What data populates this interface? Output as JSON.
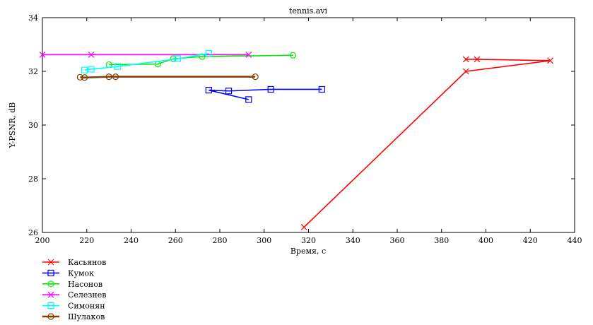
{
  "chart_data": {
    "type": "line",
    "title": "tennis.avi",
    "xlabel": "Время, с",
    "ylabel": "Y-PSNR, dB",
    "xlim": [
      200,
      440
    ],
    "ylim": [
      26,
      34
    ],
    "xticks": [
      200,
      220,
      240,
      260,
      280,
      300,
      320,
      340,
      360,
      380,
      400,
      420,
      440
    ],
    "yticks": [
      26,
      28,
      30,
      32,
      34
    ],
    "grid": false,
    "legend_position": "below-left",
    "series": [
      {
        "name": "Касьянов",
        "color": "#ff0000",
        "marker": "x",
        "points": [
          [
            318,
            26.2
          ],
          [
            391,
            32.0
          ],
          [
            429,
            32.4
          ],
          [
            396,
            32.45
          ],
          [
            391,
            32.45
          ]
        ]
      },
      {
        "name": "Кумок",
        "color": "#0000ff",
        "marker": "square",
        "points": [
          [
            293,
            30.95
          ],
          [
            275,
            31.3
          ],
          [
            284,
            31.27
          ],
          [
            303,
            31.33
          ],
          [
            326,
            31.33
          ]
        ]
      },
      {
        "name": "Насонов",
        "color": "#00ee00",
        "marker": "circle",
        "points": [
          [
            230,
            32.25
          ],
          [
            252,
            32.27
          ],
          [
            259,
            32.47
          ],
          [
            272,
            32.55
          ],
          [
            313,
            32.6
          ]
        ]
      },
      {
        "name": "Селезнев",
        "color": "#ff00ff",
        "marker": "x",
        "points": [
          [
            200,
            32.62
          ],
          [
            222,
            32.62
          ],
          [
            293,
            32.62
          ]
        ]
      },
      {
        "name": "Симонян",
        "color": "#00ffff",
        "marker": "square",
        "points": [
          [
            219,
            32.05
          ],
          [
            222,
            32.08
          ],
          [
            234,
            32.18
          ],
          [
            261,
            32.47
          ],
          [
            275,
            32.67
          ]
        ]
      },
      {
        "name": "Шулаков",
        "color": "#7f3f00",
        "marker": "circle",
        "points": [
          [
            217,
            31.78
          ],
          [
            219,
            31.77
          ],
          [
            230,
            31.8
          ],
          [
            233,
            31.8
          ],
          [
            296,
            31.8
          ]
        ]
      }
    ]
  }
}
